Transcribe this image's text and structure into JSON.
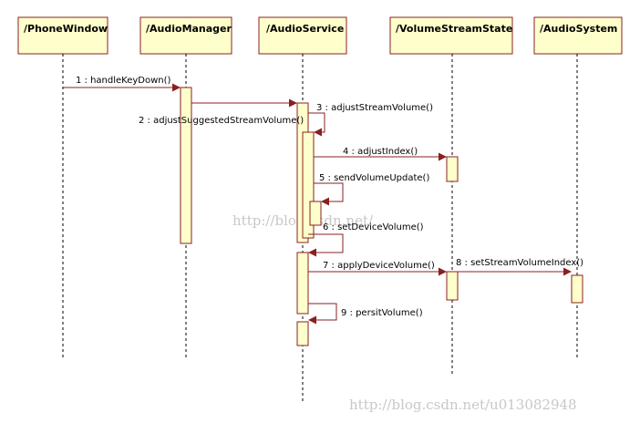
{
  "lifelines": [
    {
      "id": "phonewindow",
      "label": "/PhoneWindow"
    },
    {
      "id": "audiomanager",
      "label": "/AudioManager"
    },
    {
      "id": "audioservice",
      "label": "/AudioService"
    },
    {
      "id": "volumestreamstate",
      "label": "/VolumeStreamState"
    },
    {
      "id": "audiosystem",
      "label": "/AudioSystem"
    }
  ],
  "messages": [
    {
      "label": "1 : handleKeyDown()"
    },
    {
      "label": "2 : adjustSuggestedStreamVolume()"
    },
    {
      "label": "3 : adjustStreamVolume()"
    },
    {
      "label": "4 : adjustIndex()"
    },
    {
      "label": "5 : sendVolumeUpdate()"
    },
    {
      "label": "6 : setDeviceVolume()"
    },
    {
      "label": "7 : applyDeviceVolume()"
    },
    {
      "label": "8 : setStreamVolumeIndex()"
    },
    {
      "label": "9 : persitVolume()"
    }
  ],
  "watermark": {
    "center": "http://blog.csdn.net/",
    "bottom": "http://blog.csdn.net/u013082948"
  },
  "colors": {
    "box_fill": "#ffffcc",
    "border": "#8a2020",
    "arrow": "#8a2020"
  }
}
